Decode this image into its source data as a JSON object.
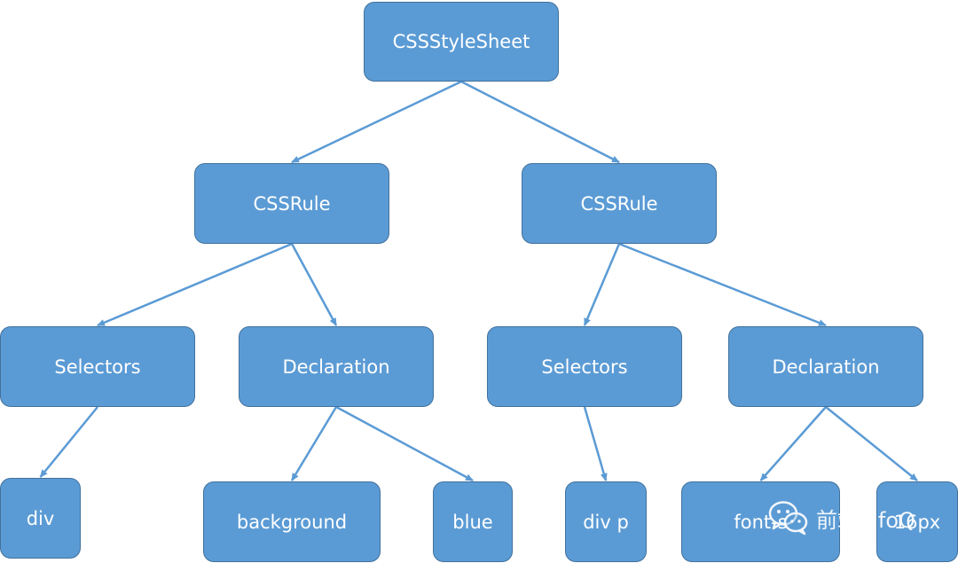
{
  "colors": {
    "node_fill": "#5b9bd5",
    "node_border": "#41719c",
    "connector": "#5b9bd5",
    "label": "#ffffff"
  },
  "nodes": {
    "root": "CSSStyleSheet",
    "rule_left": "CSSRule",
    "rule_right": "CSSRule",
    "selectors_left": "Selectors",
    "declaration_left": "Declaration",
    "selectors_right": "Selectors",
    "declaration_right": "Declaration",
    "div": "div",
    "background": "background",
    "blue": "blue",
    "div_p": "div p",
    "font_size": "font-s",
    "px16": "16px"
  },
  "edges": [
    [
      "root",
      "rule_left"
    ],
    [
      "root",
      "rule_right"
    ],
    [
      "rule_left",
      "selectors_left"
    ],
    [
      "rule_left",
      "declaration_left"
    ],
    [
      "rule_right",
      "selectors_right"
    ],
    [
      "rule_right",
      "declaration_right"
    ],
    [
      "selectors_left",
      "div"
    ],
    [
      "declaration_left",
      "background"
    ],
    [
      "declaration_left",
      "blue"
    ],
    [
      "selectors_right",
      "div_p"
    ],
    [
      "declaration_right",
      "font_size"
    ],
    [
      "declaration_right",
      "px16"
    ]
  ],
  "watermark": {
    "text": "前端infoQ",
    "icon": "wechat-icon"
  }
}
